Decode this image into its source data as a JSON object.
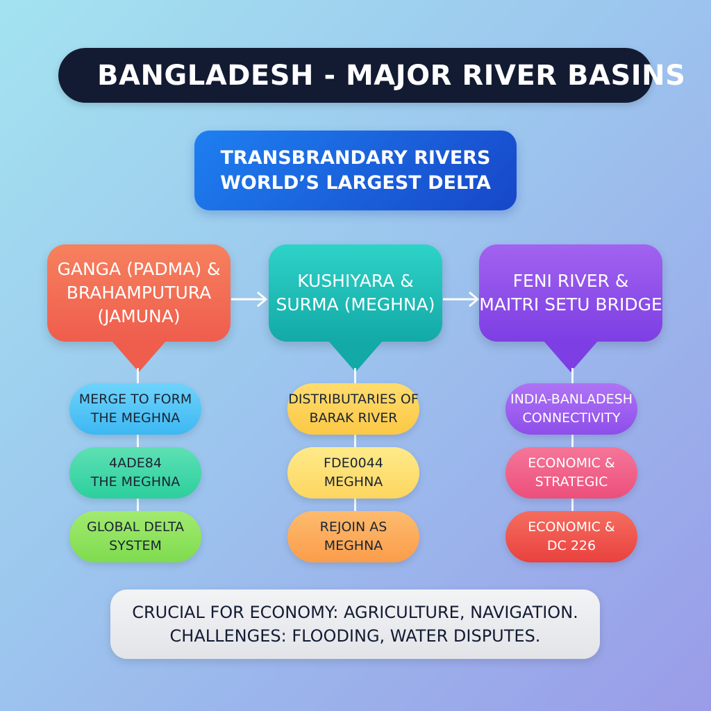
{
  "title": {
    "icon": "globe-icon",
    "text": "BANGLADESH - MAJOR RIVER BASINS"
  },
  "subtitle": {
    "line1": "TRANSBRANDARY RIVERS",
    "line2": "WORLD’S LARGEST DELTA"
  },
  "columns": [
    {
      "heading": [
        "GANGA (PADMA) &",
        "BRAHAMPUTURA",
        "(JAMUNA)"
      ],
      "color": "#ef6b52",
      "items": [
        {
          "lines": [
            "MERGE TO FORM",
            "THE MEGHNA"
          ],
          "color": "#4fc3f7"
        },
        {
          "lines": [
            "4ADE84",
            "THE MEGHNA"
          ],
          "color": "#3fd6a6"
        },
        {
          "lines": [
            "GLOBAL DELTA",
            "SYSTEM"
          ],
          "color": "#8fe25f"
        }
      ]
    },
    {
      "heading": [
        "KUSHIYARA &",
        "SURMA (MEGHNA)"
      ],
      "color": "#1ebdb5",
      "items": [
        {
          "lines": [
            "DISTRIBUTARIES OF",
            "BARAK RIVER"
          ],
          "color": "#fdd35a"
        },
        {
          "lines": [
            "FDE0044",
            "MEGHNA"
          ],
          "color": "#fde06e"
        },
        {
          "lines": [
            "REJOIN AS",
            "MEGHNA"
          ],
          "color": "#fca95a"
        }
      ]
    },
    {
      "heading": [
        "FENI RIVER &",
        "MAITRI SETU BRIDGE"
      ],
      "color": "#8a48e8",
      "items": [
        {
          "lines": [
            "INDIA-BANLADESH",
            "CONNECTIVITY"
          ],
          "color": "#9b5cf0"
        },
        {
          "lines": [
            "ECONOMIC &",
            "STRATEGIC"
          ],
          "color": "#f05b86"
        },
        {
          "lines": [
            "ECONOMIC &",
            "DC 226"
          ],
          "color": "#ef4d4d"
        }
      ]
    }
  ],
  "footer": {
    "line1": "CRUCIAL FOR ECONOMY: AGRICULTURE, NAVIGATION.",
    "line2": "CHALLENGES: FLOODING, WATER DISPUTES."
  }
}
